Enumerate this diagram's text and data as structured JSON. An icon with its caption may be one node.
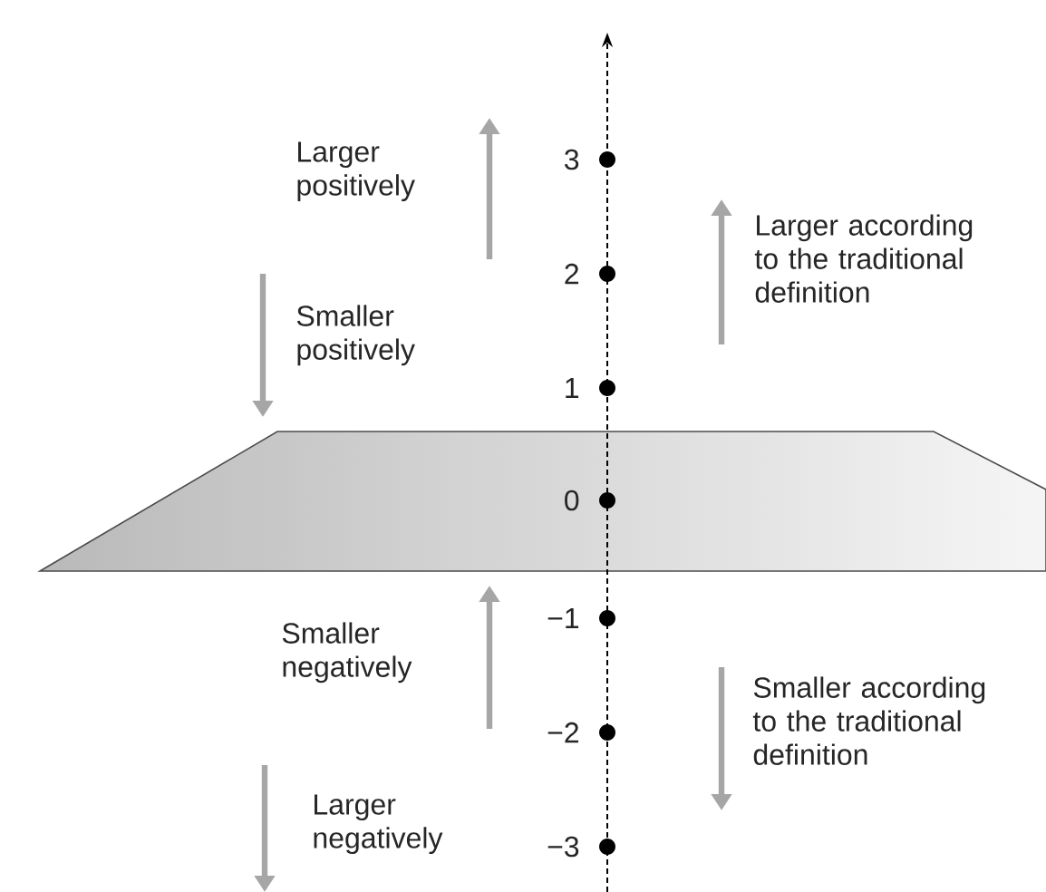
{
  "diagram": {
    "labels": [
      "Larger positively",
      "3",
      "Larger according to the traditional definition",
      "2",
      "Smaller positively",
      "1",
      "0",
      "−1",
      "Smaller negatively",
      "Smaller according to the traditional definition",
      "−2",
      "Larger negatively",
      "−3"
    ]
  }
}
